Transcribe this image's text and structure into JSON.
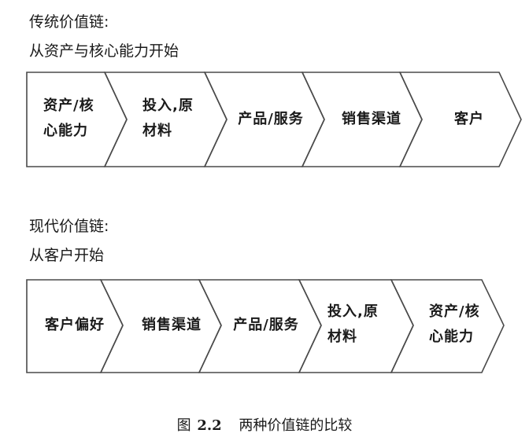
{
  "traditional": {
    "title": "传统价值链:",
    "subtitle": "从资产与核心能力开始",
    "steps": [
      {
        "lines": [
          "资产/核",
          "心能力"
        ]
      },
      {
        "lines": [
          "投入,原",
          "材料"
        ]
      },
      {
        "lines": [
          "产品/服务"
        ]
      },
      {
        "lines": [
          "销售渠道"
        ]
      },
      {
        "lines": [
          "客户"
        ]
      }
    ]
  },
  "modern": {
    "title": "现代价值链:",
    "subtitle": "从客户开始",
    "steps": [
      {
        "lines": [
          "客户偏好"
        ]
      },
      {
        "lines": [
          "销售渠道"
        ]
      },
      {
        "lines": [
          "产品/服务"
        ]
      },
      {
        "lines": [
          "投入,原",
          "材料"
        ]
      },
      {
        "lines": [
          "资产/核",
          "心能力"
        ]
      }
    ]
  },
  "caption": {
    "prefix": "图",
    "number": "2.2",
    "text": "两种价值链的比较"
  },
  "colors": {
    "stroke": "#4a4a4a",
    "text": "#1a1a1a"
  }
}
